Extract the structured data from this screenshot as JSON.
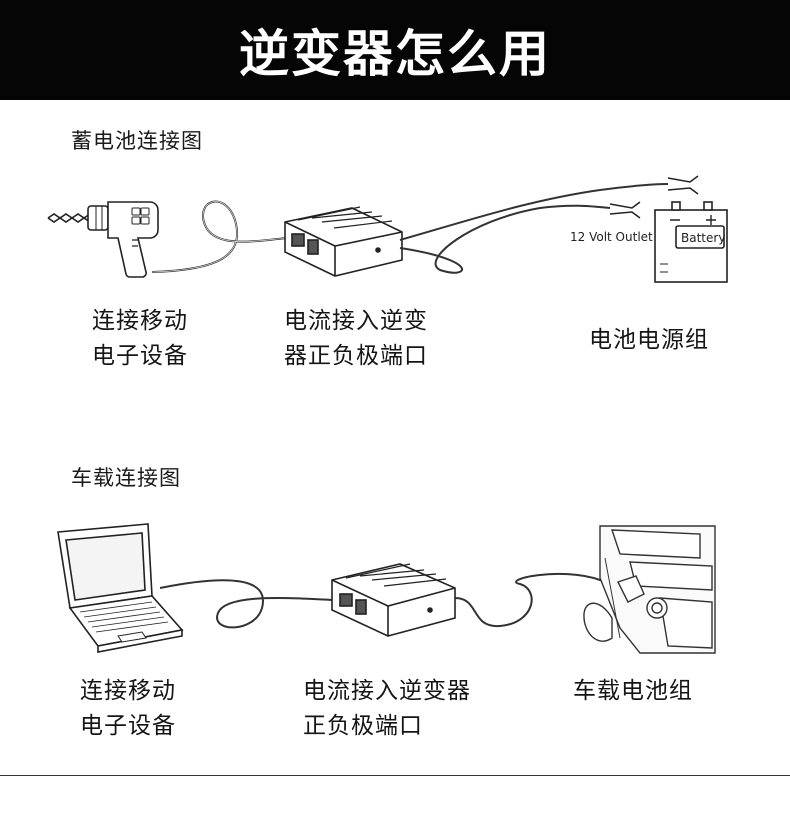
{
  "header": {
    "title": "逆变器怎么用"
  },
  "section1": {
    "title": "蓄电池连接图",
    "battery_outlet_label": "12 Volt Outlet",
    "battery_label": "Battery",
    "labels": {
      "device_line1": "连接移动",
      "device_line2": "电子设备",
      "inverter_line1": "电流接入逆变",
      "inverter_line2": "器正负极端口",
      "source": "电池电源组"
    }
  },
  "section2": {
    "title": "车载连接图",
    "labels": {
      "device_line1": "连接移动",
      "device_line2": "电子设备",
      "inverter_line1": "电流接入逆变器",
      "inverter_line2": "正负极端口",
      "source": "车载电池组"
    }
  }
}
